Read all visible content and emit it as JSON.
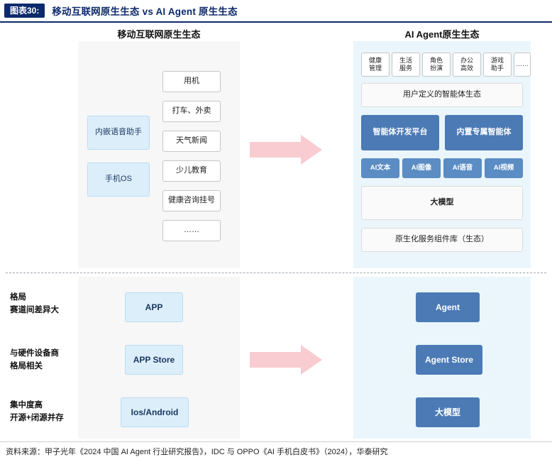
{
  "header": {
    "tag": "图表30:",
    "title": "移动互联网原生生态 vs AI Agent 原生生态"
  },
  "columns": {
    "left_title": "移动互联网原生生态",
    "right_title": "AI  Agent原生生态"
  },
  "left_top": {
    "left_boxes": [
      {
        "label": "内嵌语音助手"
      },
      {
        "label": "手机OS"
      }
    ],
    "right_boxes": [
      {
        "label": "用机"
      },
      {
        "label": "打车、外卖"
      },
      {
        "label": "天气新闻"
      },
      {
        "label": "少儿教育"
      },
      {
        "label": "健康咨询挂号"
      },
      {
        "label": "……"
      }
    ]
  },
  "right_top": {
    "chips": [
      "健康\n管理",
      "生活\n服务",
      "角色\n扮演",
      "办公\n高效",
      "游戏\n助手",
      "……"
    ],
    "user_defined": "用户定义的智能体生态",
    "platforms": [
      "智能体开发平台",
      "内置专属智能体"
    ],
    "modalities": [
      "AI文本",
      "AI图像",
      "AI语音",
      "AI视频"
    ],
    "model": "大模型",
    "service_lib": "原生化服务组件库（生态）"
  },
  "left_labels": [
    {
      "line1": "格局",
      "line2": "赛道间差异大"
    },
    {
      "line1": "与硬件设备商",
      "line2": "格局相关"
    },
    {
      "line1": "集中度高",
      "line2": "开源+闭源并存"
    }
  ],
  "left_bottom": [
    {
      "label": "APP"
    },
    {
      "label": "APP Store"
    },
    {
      "label": "Ios/Android"
    }
  ],
  "right_bottom": [
    {
      "label": "Agent"
    },
    {
      "label": "Agent Store"
    },
    {
      "label": "大模型"
    }
  ],
  "arrows": [
    {
      "name": "arrow-top"
    },
    {
      "name": "arrow-bottom"
    }
  ],
  "footer": {
    "text": "资料来源：甲子光年《2024 中国 AI Agent 行业研究报告》，IDC 与 OPPO《AI 手机白皮书》（2024），华泰研究"
  },
  "colors": {
    "brand": "#0d2a6b",
    "arrow": "#f9ccd2",
    "panel_left": "#f7f7f7",
    "panel_right": "#eaf6fb",
    "light_blue": "#ddeefb",
    "dark_blue": "#4b7ab5"
  }
}
